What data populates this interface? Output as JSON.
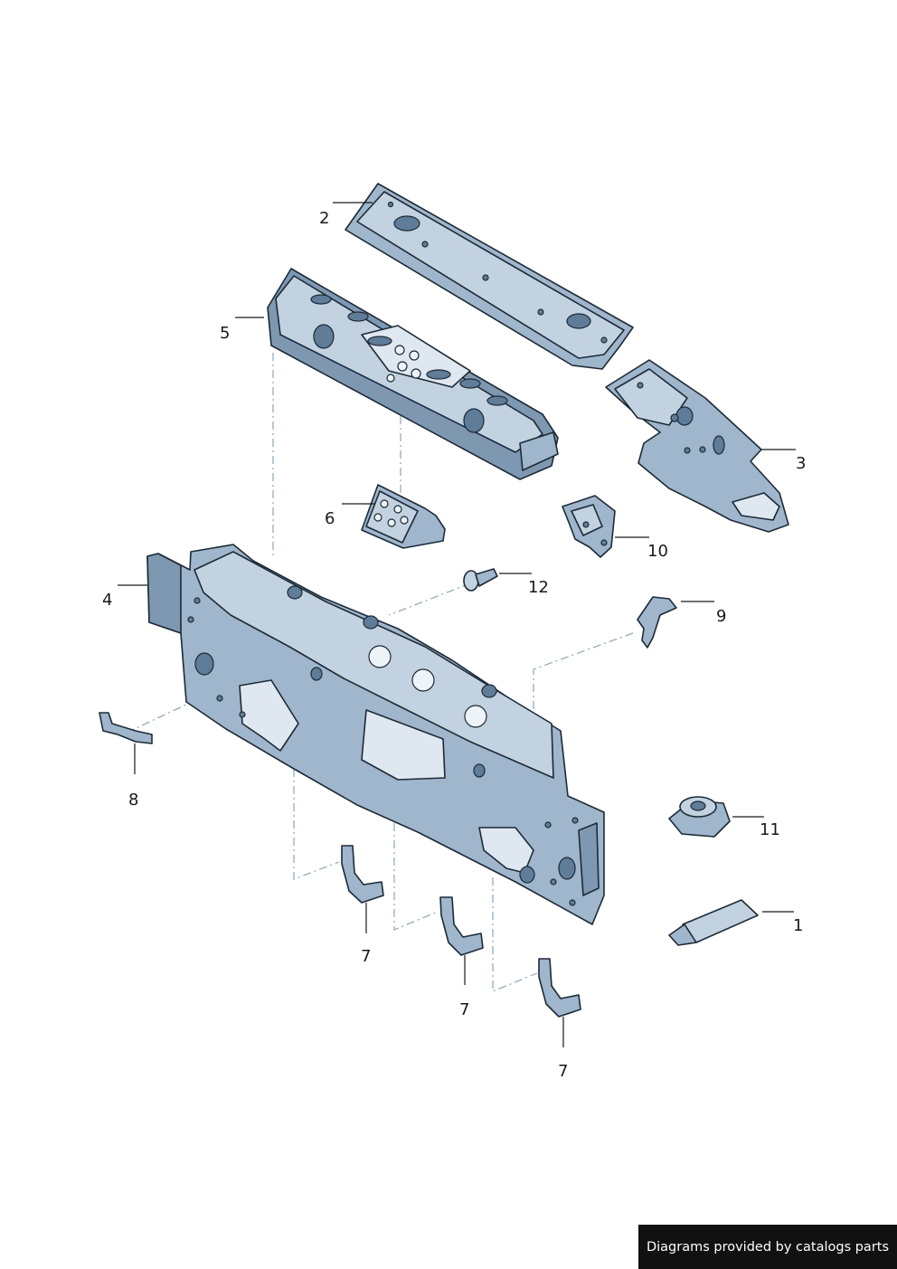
{
  "callouts": [
    {
      "id": "c1",
      "label": "1"
    },
    {
      "id": "c2",
      "label": "2"
    },
    {
      "id": "c3",
      "label": "3"
    },
    {
      "id": "c4",
      "label": "4"
    },
    {
      "id": "c5",
      "label": "5"
    },
    {
      "id": "c6",
      "label": "6"
    },
    {
      "id": "c7a",
      "label": "7"
    },
    {
      "id": "c7b",
      "label": "7"
    },
    {
      "id": "c7c",
      "label": "7"
    },
    {
      "id": "c8",
      "label": "8"
    },
    {
      "id": "c9",
      "label": "9"
    },
    {
      "id": "c10",
      "label": "10"
    },
    {
      "id": "c11",
      "label": "11"
    },
    {
      "id": "c12",
      "label": "12"
    }
  ],
  "credit": "Diagrams provided by catalogs parts",
  "colors": {
    "part_fill": "#9fb6cc",
    "part_light": "#c2d2e0",
    "part_dark": "#7e98b2",
    "outline": "#1d2a36",
    "dash": "#8aa6b8",
    "credit_bg": "#111111"
  }
}
